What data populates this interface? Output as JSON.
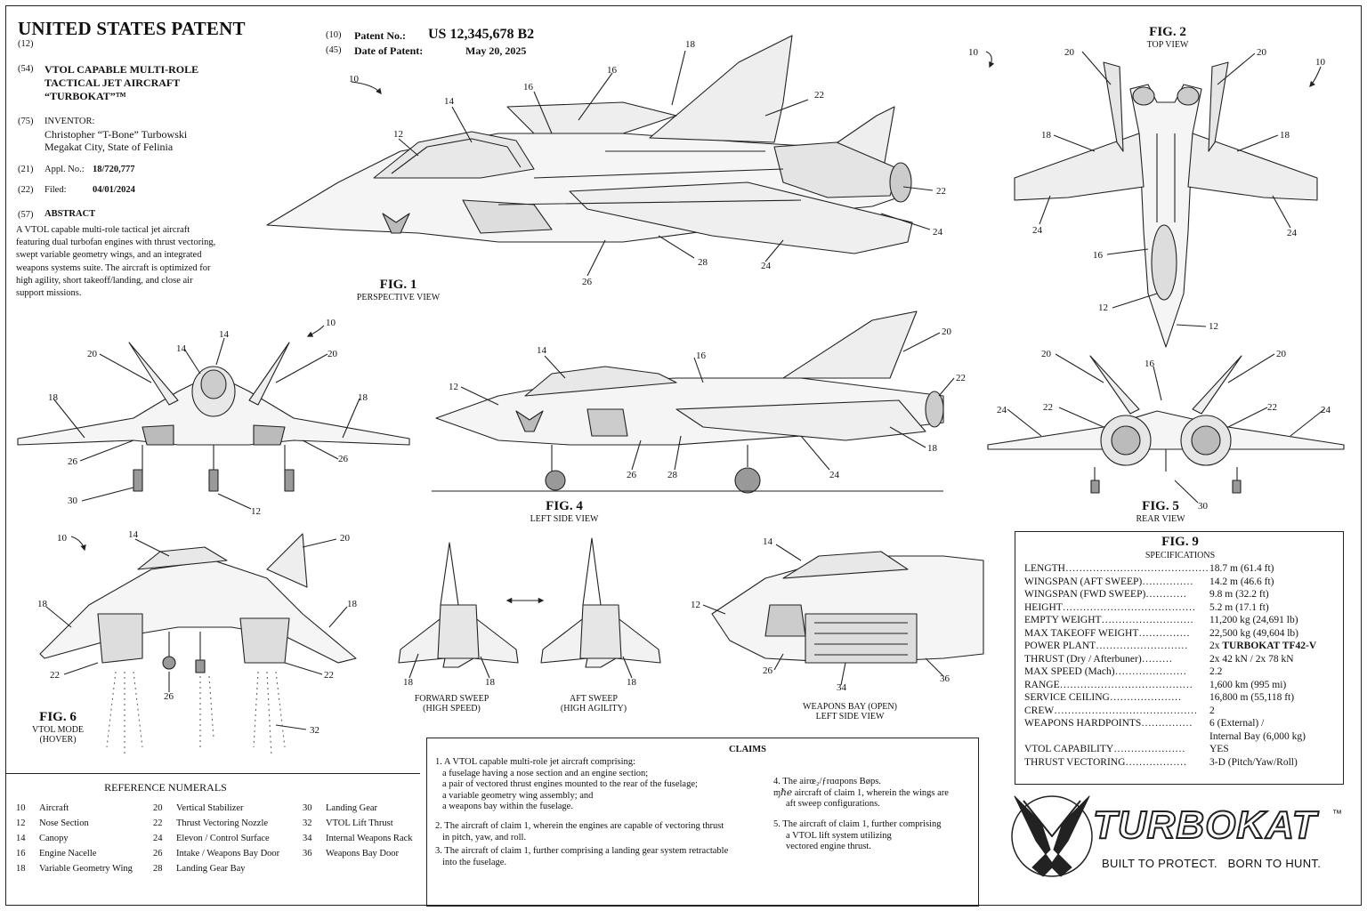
{
  "header": {
    "title": "UNITED STATES PATENT",
    "kind_code": "(12)",
    "patent_no_code": "(10)",
    "patent_no_label": "Patent No.:",
    "patent_no": "US 12,345,678 B2",
    "date_code": "(45)",
    "date_label": "Date of Patent:",
    "date": "May 20, 2025"
  },
  "biblio": {
    "title_code": "(54)",
    "title_lines": [
      "VTOL CAPABLE MULTI-ROLE",
      "TACTICAL JET AIRCRAFT",
      "“TURBOKAT”™"
    ],
    "inventor_code": "(75)",
    "inventor_label": "INVENTOR:",
    "inventor_name": "Christopher “T-Bone” Turbowski",
    "inventor_city": "Megakat City, State of Felinia",
    "appl_code": "(21)",
    "appl_label": "Appl. No.:",
    "appl_no": "18/720,777",
    "filed_code": "(22)",
    "filed_label": "Filed:",
    "filed": "04/01/2024",
    "abstract_code": "(57)",
    "abstract_label": "ABSTRACT",
    "abstract_lines": [
      "A VTOL capable multi-role tactical jet aircraft",
      "featuring dual turbofan engines with thrust vectoring,",
      "swept variable geometry wings, and an integrated",
      "weapons systems suite. The aircraft is optimized for",
      "high agility, short takeoff/landing, and close air",
      "support missions."
    ]
  },
  "figures": {
    "fig1": {
      "label": "FIG. 1",
      "sub": "PERSPECTIVE VIEW"
    },
    "fig2": {
      "label": "FIG. 2",
      "sub": "TOP VIEW"
    },
    "fig4": {
      "label": "FIG. 4",
      "sub": "LEFT SIDE VIEW"
    },
    "fig5": {
      "label": "FIG. 5",
      "sub": "REAR VIEW"
    },
    "fig6": {
      "label": "FIG. 6",
      "sub1": "VTOL MODE",
      "sub2": "(HOVER)"
    },
    "sweep_fwd": {
      "l1": "FORWARD SWEEP",
      "l2": "(HIGH SPEED)"
    },
    "sweep_aft": {
      "l1": "AFT SWEEP",
      "l2": "(HIGH AGILITY)"
    },
    "bay": {
      "l1": "WEAPONS BAY (OPEN)",
      "l2": "LEFT SIDE VIEW"
    }
  },
  "specs": {
    "label": "FIG. 9",
    "sub": "SPECIFICATIONS",
    "rows": [
      {
        "k": "LENGTH……………………………………",
        "v": "18.7 m (61.4 ft)"
      },
      {
        "k": "WINGSPAN (AFT SWEEP)……………",
        "v": "14.2 m (46.6 ft)"
      },
      {
        "k": "WINGSPAN (FWD SWEEP)…………",
        "v": "9.8 m (32.2 ft)"
      },
      {
        "k": "HEIGHT…………………………………",
        "v": "5.2 m (17.1 ft)"
      },
      {
        "k": "EMPTY WEIGHT………………………",
        "v": "11,200 kg (24,691 lb)"
      },
      {
        "k": "MAX TAKEOFF WEIGHT……………",
        "v": "22,500 kg (49,604 lb)"
      },
      {
        "k": "POWER PLANT………………………",
        "v": "2x ",
        "v_bold": "TURBOKAT TF42-V"
      },
      {
        "k": "THRUST (Dry / Afterbuner)………",
        "v": "2x 42 kN / 2x 78 kN"
      },
      {
        "k": "MAX SPEED (Mach)…………………",
        "v": "2.2"
      },
      {
        "k": "RANGE…………………………………",
        "v": "1,600 km (995 mi)"
      },
      {
        "k": "SERVICE CEILING…………………",
        "v": "16,800 m (55,118 ft)"
      },
      {
        "k": "CREW……………………………………",
        "v": "2"
      },
      {
        "k": "WEAPONS HARDPOINTS……………",
        "v": "6 (External) /"
      },
      {
        "k": "",
        "v": "Internal Bay (6,000 kg)"
      },
      {
        "k": "VTOL CAPABILITY…………………",
        "v": "YES"
      },
      {
        "k": "THRUST VECTORING………………",
        "v": "3-D (Pitch/Yaw/Roll)"
      }
    ]
  },
  "references": {
    "title": "REFERENCE NUMERALS",
    "col1": [
      {
        "n": "10",
        "t": "Aircraft"
      },
      {
        "n": "12",
        "t": "Nose Section"
      },
      {
        "n": "14",
        "t": "Canopy"
      },
      {
        "n": "16",
        "t": "Engine Nacelle"
      },
      {
        "n": "18",
        "t": "Variable Geometry Wing"
      }
    ],
    "col2": [
      {
        "n": "20",
        "t": "Vertical Stabilizer"
      },
      {
        "n": "22",
        "t": "Thrust Vectoring Nozzle"
      },
      {
        "n": "24",
        "t": "Elevon / Control Surface"
      },
      {
        "n": "26",
        "t": "Intake / Weapons Bay Door"
      },
      {
        "n": "28",
        "t": "Landing Gear Bay"
      }
    ],
    "col3": [
      {
        "n": "30",
        "t": "Landing Gear"
      },
      {
        "n": "32",
        "t": "VTOL Lift Thrust"
      },
      {
        "n": "34",
        "t": "Internal Weapons Rack"
      },
      {
        "n": "36",
        "t": "Weapons Bay Door"
      }
    ]
  },
  "claims": {
    "title": "CLAIMS",
    "c1": [
      "1. A VTOL capable multi-role jet aircraft comprising:",
      "a fuselage having a nose section and an engine section;",
      "a pair of vectored thrust engines mounted to the rear of the fuselage;",
      "a variable geometry wing assembly; and",
      "a weapons bay within the fuselage."
    ],
    "c2": [
      "2. The aircraft of claim 1, wherein the engines are capable of vectoring thrust",
      "in pitch, yaw, and roll."
    ],
    "c3": [
      "3. The aircraft of claim 1, further comprising a landing gear system retractable",
      "into the fuselage."
    ],
    "c4": [
      "4.  The airœ₂/ƒrɑɑpons Bøps.",
      "ɱℏℯ aircraft of claim 1, wherein the wings are",
      "aft sweep configurations."
    ],
    "c5": [
      "5.  The aircraft of claim 1, further comprising",
      "a VTOL lift system utilizing",
      "vectored engine thrust."
    ]
  },
  "brand": {
    "name": "TURBOKAT",
    "tm": "™",
    "tagline": "BUILT TO PROTECT.   BORN TO HUNT."
  },
  "callouts": {
    "f1": [
      "10",
      "12",
      "14",
      "16",
      "16",
      "18",
      "22",
      "22",
      "24",
      "24",
      "26",
      "28"
    ],
    "f2": [
      "10",
      "10",
      "20",
      "20",
      "18",
      "18",
      "24",
      "24",
      "16",
      "12",
      "12"
    ],
    "f3": [
      "10",
      "14",
      "14",
      "20",
      "20",
      "18",
      "18",
      "26",
      "26",
      "30",
      "12"
    ],
    "f4": [
      "14",
      "12",
      "16",
      "20",
      "22",
      "18",
      "26",
      "28",
      "24"
    ],
    "f5": [
      "20",
      "20",
      "16",
      "24",
      "24",
      "22",
      "22",
      "30"
    ],
    "f6": [
      "10",
      "14",
      "20",
      "18",
      "18",
      "22",
      "22",
      "26",
      "32"
    ],
    "sw": [
      "18",
      "18",
      "18"
    ],
    "bay": [
      "14",
      "12",
      "26",
      "34",
      "36"
    ]
  }
}
